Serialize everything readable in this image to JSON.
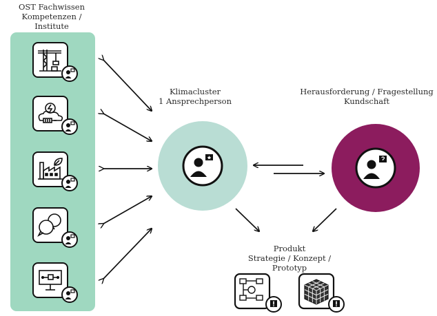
{
  "left_label": {
    "line1": "OST Fachwissen",
    "line2": "Kompetenzen / Institute"
  },
  "center_label": {
    "line1": "Klimacluster",
    "line2": "1 Ansprechperson"
  },
  "right_label": {
    "line1": "Herausforderung / Fragestellung",
    "line2": "Kundschaft"
  },
  "bottom_label": {
    "line1": "Produkt",
    "line2": "Strategie / Konzept / Prototyp"
  },
  "colors": {
    "panel": "#9fd8c0",
    "center_circle": "#b9ddd4",
    "right_circle": "#8c1c5e",
    "ink": "#111111"
  },
  "icons": [
    "construction-crane-icon",
    "energy-battery-icon",
    "factory-leaf-icon",
    "chat-bubbles-icon",
    "presentation-screen-icon",
    "workflow-diagram-icon",
    "cube-blocks-icon"
  ]
}
